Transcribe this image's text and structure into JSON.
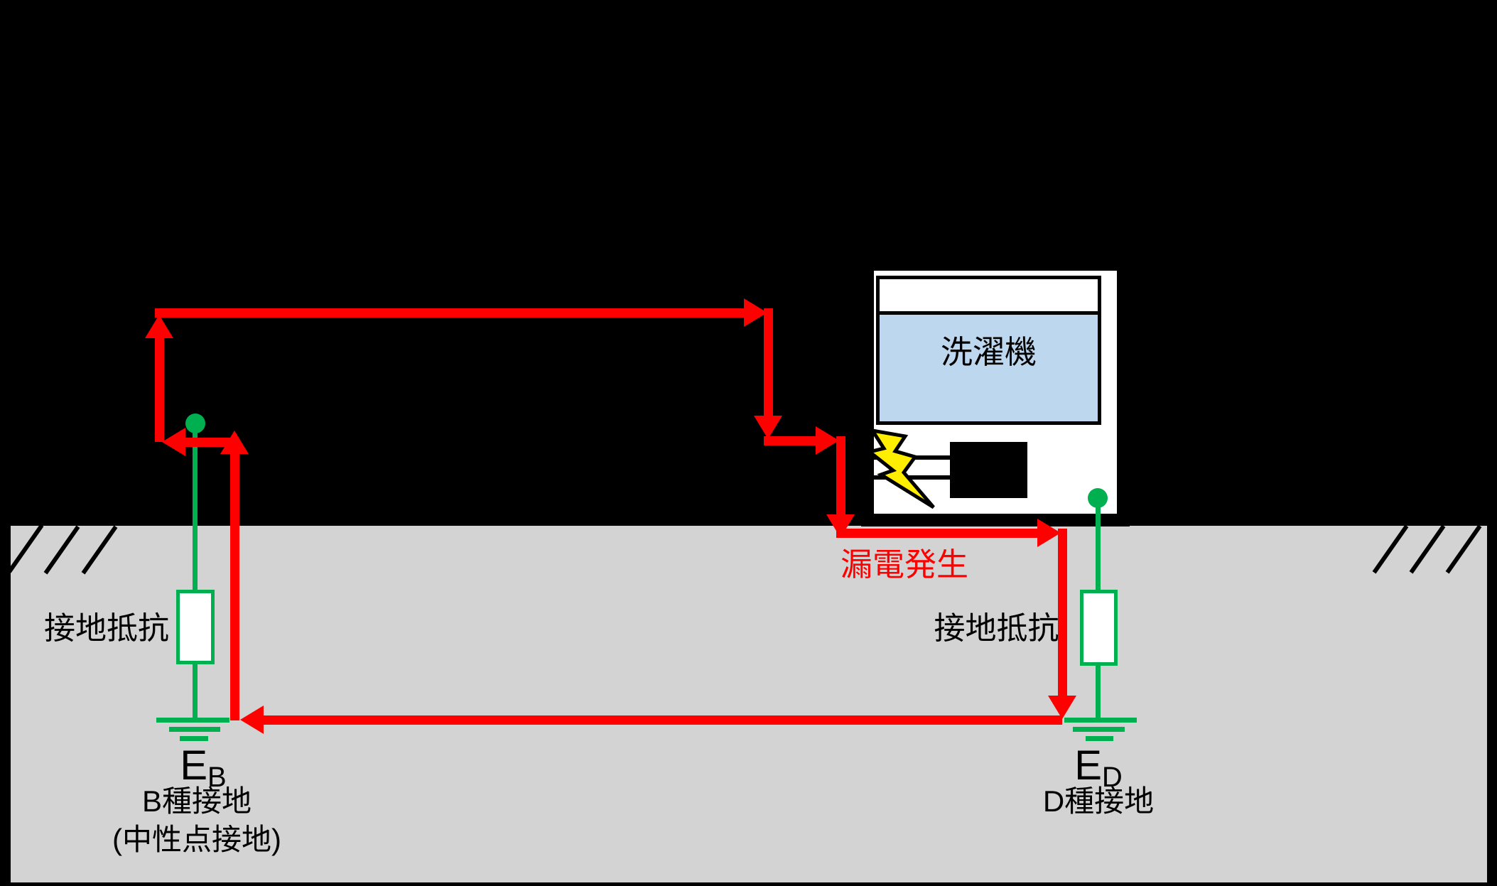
{
  "machine": {
    "label": "洗濯機"
  },
  "leak": {
    "label": "漏電発生"
  },
  "left_ground": {
    "resistance_label": "接地抵抗",
    "symbol": "E",
    "symbol_sub": "B",
    "type_label": "B種接地",
    "note_label": "(中性点接地)"
  },
  "right_ground": {
    "resistance_label": "接地抵抗",
    "symbol": "E",
    "symbol_sub": "D",
    "type_label": "D種接地"
  },
  "colors": {
    "current_path": "#FF0000",
    "ground_green": "#00B050",
    "machine_panel_blue": "#BDD7EE",
    "soil_gray": "#D3D3D3",
    "lightning_yellow": "#FFEE00",
    "background": "#000000",
    "leak_text": "#FF0000"
  },
  "icons": {
    "lightning": "lightning-bolt-icon",
    "left_earth": "earth-ground-icon",
    "right_earth": "earth-ground-icon"
  }
}
